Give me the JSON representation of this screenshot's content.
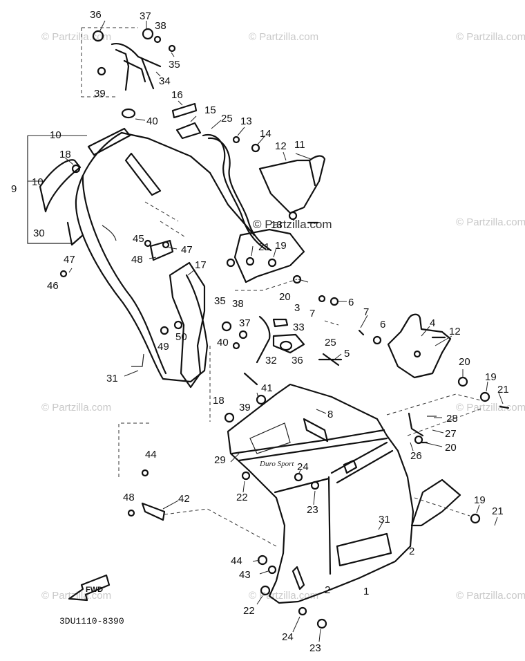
{
  "diagram_code": "3DU1110-8390",
  "fwd_label": "FWD",
  "watermark_main": "© Partzilla.com",
  "watermark_small": "© Partzilla.com",
  "decal_text": "Duro Sport",
  "callouts": {
    "c36a": "36",
    "c37a": "37",
    "c38a": "38",
    "c35a": "35",
    "c34": "34",
    "c39a": "39",
    "c40a": "40",
    "c16": "16",
    "c15": "15",
    "c25a": "25",
    "c13a": "13",
    "c14": "14",
    "c12a": "12",
    "c11": "11",
    "c10a": "10",
    "c10b": "10",
    "c18a": "18",
    "c9": "9",
    "c30": "30",
    "c13b": "13",
    "c21a": "21",
    "c19a": "19",
    "c45": "45",
    "c47a": "47",
    "c48a": "48",
    "c47b": "47",
    "c46": "46",
    "c17": "17",
    "c20a": "20",
    "c3": "3",
    "c6a": "6",
    "c7": "7",
    "c6b": "6",
    "c4": "4",
    "c12b": "12",
    "c35b": "35",
    "c38b": "38",
    "c37b": "37",
    "c33": "33",
    "c40b": "40",
    "c25b": "25",
    "c5": "5",
    "c32": "32",
    "c36b": "36",
    "c49": "49",
    "c50": "50",
    "c31a": "31",
    "c20b": "20",
    "c19b": "19",
    "c21b": "21",
    "c41": "41",
    "c39b": "39",
    "c18b": "18",
    "c8": "8",
    "c28": "28",
    "c27": "27",
    "c26": "26",
    "c20c": "20",
    "c29": "29",
    "c24a": "24",
    "c44a": "44",
    "c22a": "22",
    "c23a": "23",
    "c48b": "48",
    "c42": "42",
    "c31b": "31",
    "c19c": "19",
    "c21c": "21",
    "c2a": "2",
    "c44b": "44",
    "c43": "43",
    "c2b": "2",
    "c1": "1",
    "c22b": "22",
    "c24b": "24",
    "c23b": "23"
  }
}
